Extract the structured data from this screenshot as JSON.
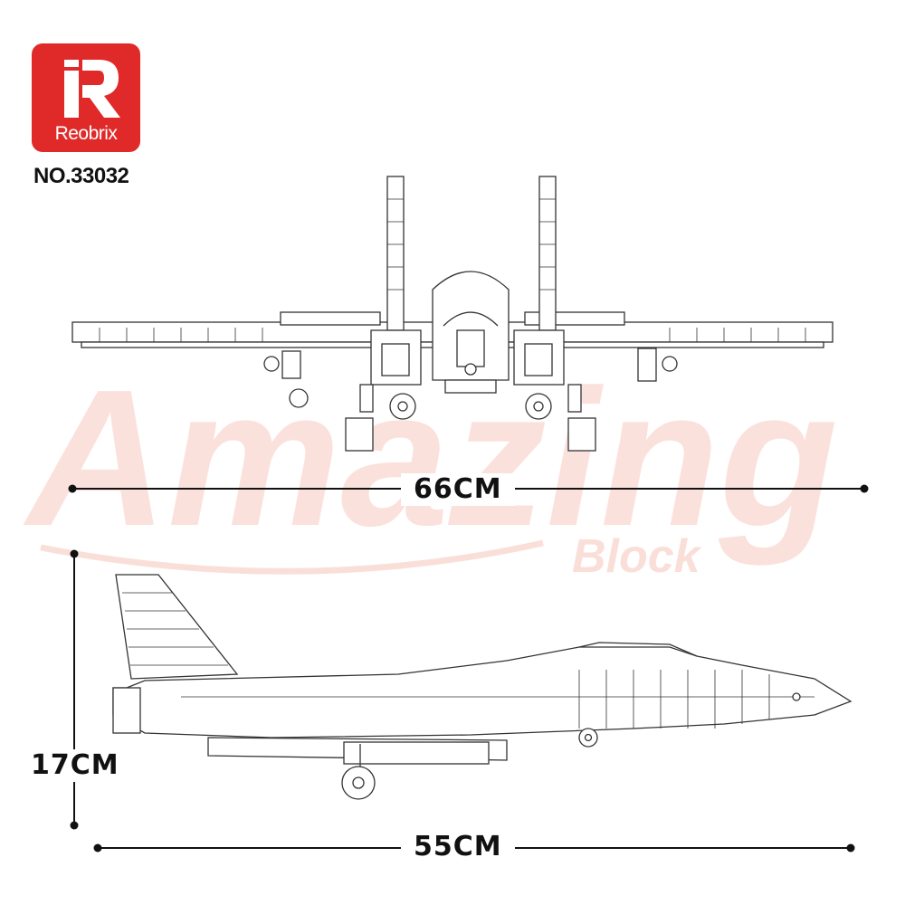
{
  "brand": {
    "logo_letter": "R",
    "logo_name": "Reobrix",
    "model_number": "NO.33032"
  },
  "watermark": {
    "line1": "Amazing",
    "line2": "Block"
  },
  "dimensions": {
    "wingspan": "66CM",
    "length": "55CM",
    "height": "17CM"
  },
  "colors": {
    "logo_red": "#e02a2a",
    "watermark_red": "#f7c9bf",
    "watermark_grey": "#eeeeee",
    "line_art": "#333333"
  }
}
